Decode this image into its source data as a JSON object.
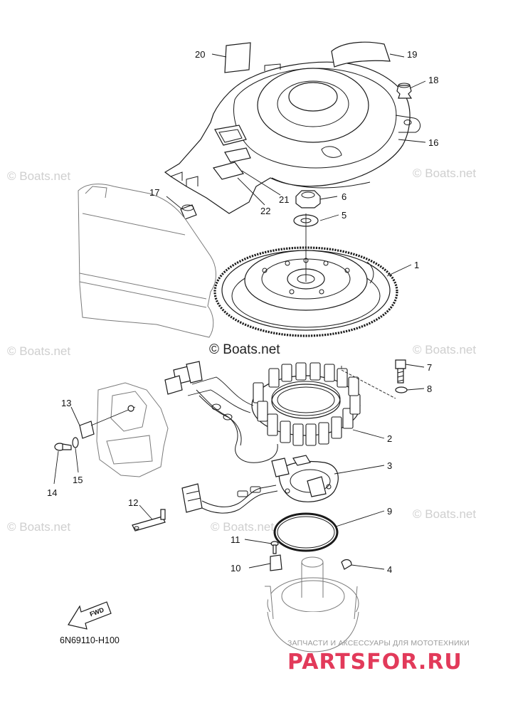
{
  "diagram": {
    "code": "6N69110-H100",
    "fwd_label": "FWD",
    "callouts": [
      {
        "id": "c1",
        "label": "1"
      },
      {
        "id": "c2",
        "label": "2"
      },
      {
        "id": "c3",
        "label": "3"
      },
      {
        "id": "c4",
        "label": "4"
      },
      {
        "id": "c5",
        "label": "5"
      },
      {
        "id": "c6",
        "label": "6"
      },
      {
        "id": "c7",
        "label": "7"
      },
      {
        "id": "c8",
        "label": "8"
      },
      {
        "id": "c9",
        "label": "9"
      },
      {
        "id": "c10",
        "label": "10"
      },
      {
        "id": "c11",
        "label": "11"
      },
      {
        "id": "c12",
        "label": "12"
      },
      {
        "id": "c13",
        "label": "13"
      },
      {
        "id": "c14",
        "label": "14"
      },
      {
        "id": "c15",
        "label": "15"
      },
      {
        "id": "c16",
        "label": "16"
      },
      {
        "id": "c17",
        "label": "17"
      },
      {
        "id": "c18",
        "label": "18"
      },
      {
        "id": "c19",
        "label": "19"
      },
      {
        "id": "c20",
        "label": "20"
      },
      {
        "id": "c21",
        "label": "21"
      },
      {
        "id": "c22",
        "label": "22"
      }
    ]
  },
  "watermarks": {
    "light": "© Boats.net",
    "dark": "© Boats.net"
  },
  "branding": {
    "tagline": "ЗАПЧАСТИ И АКСЕССУАРЫ ДЛЯ МОТОТЕХНИКИ",
    "logo": "PARTSFOR.RU",
    "logo_color": "#e23a5a"
  }
}
